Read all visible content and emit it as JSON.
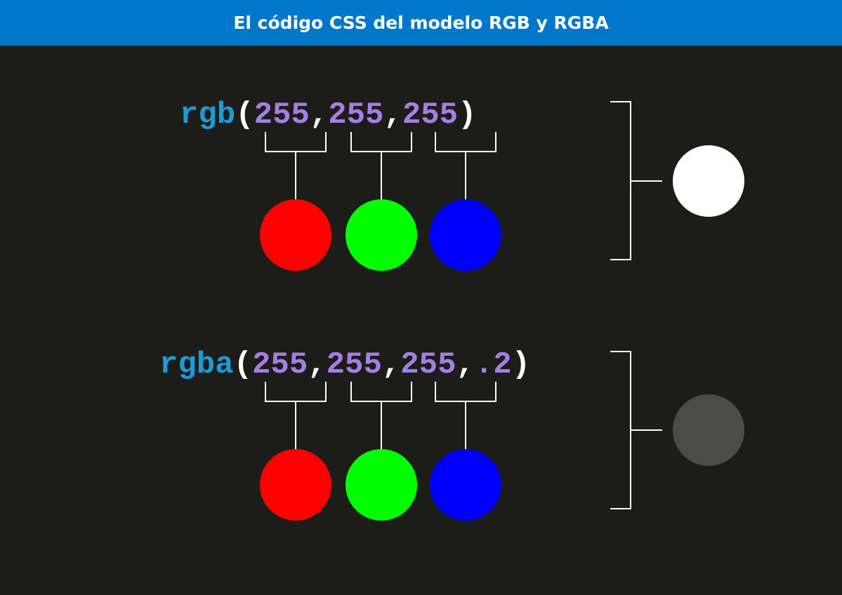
{
  "header": {
    "title": "El código CSS del modelo RGB y RGBA"
  },
  "rows": [
    {
      "fn": "rgb",
      "open": "(",
      "values": [
        "255",
        "255",
        "255"
      ],
      "comma": ",",
      "close": ")",
      "channels": [
        "#ff0000",
        "#00ff00",
        "#0000ff"
      ],
      "result_color": "#ffffff"
    },
    {
      "fn": "rgba",
      "open": "(",
      "values": [
        "255",
        "255",
        "255"
      ],
      "comma": ",",
      "alpha": ".2",
      "close": ")",
      "channels": [
        "#ff0000",
        "#00ff00",
        "#0000ff"
      ],
      "result_color": "#4b4b47"
    }
  ],
  "colors": {
    "background": "#1c1c19",
    "header": "#0077c8",
    "function": "#1e9ad6",
    "number": "#a47fe6",
    "line": "#ffffff"
  }
}
